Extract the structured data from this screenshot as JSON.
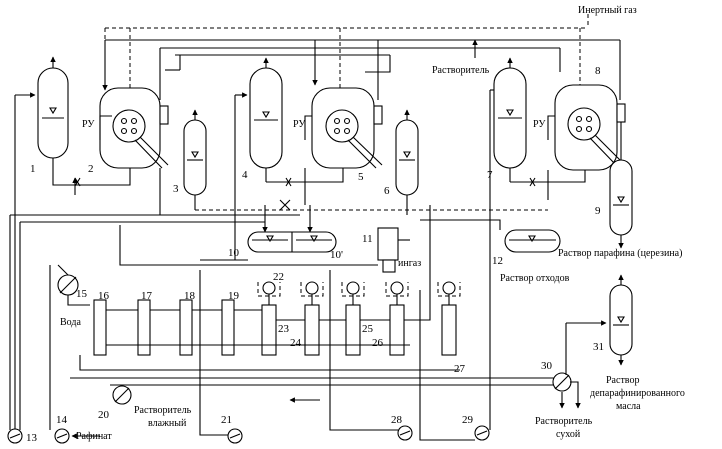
{
  "labels": {
    "inert_gas": "Инертный газ",
    "solvent_top": "Растворитель",
    "ru1": "РУ",
    "ru2": "РУ",
    "ru3": "РУ",
    "water": "Вода",
    "inert_gas_small": "ингаз",
    "waste_solution": "Раствор отходов",
    "paraffin_solution": "Раствор парафина (церезина)",
    "wet_solvent_1": "Растворитель",
    "wet_solvent_2": "влажный",
    "raffinate": "Рафинат",
    "dry_solvent_1": "Растворитель",
    "dry_solvent_2": "сухой",
    "dewaxed_1": "Раствор",
    "dewaxed_2": "депарафинированного",
    "dewaxed_3": "масла"
  },
  "numbers": {
    "n1": "1",
    "n2": "2",
    "n3": "3",
    "n4": "4",
    "n5": "5",
    "n6": "6",
    "n7": "7",
    "n8": "8",
    "n9": "9",
    "n10": "10",
    "n10b": "10'",
    "n11": "11",
    "n12": "12",
    "n13": "13",
    "n14": "14",
    "n15": "15",
    "n16": "16",
    "n17": "17",
    "n18": "18",
    "n19": "19",
    "n20": "20",
    "n21": "21",
    "n22": "22",
    "n23": "23",
    "n24": "24",
    "n25": "25",
    "n26": "26",
    "n27": "27",
    "n28": "28",
    "n29": "29",
    "n30": "30",
    "n31": "31"
  }
}
